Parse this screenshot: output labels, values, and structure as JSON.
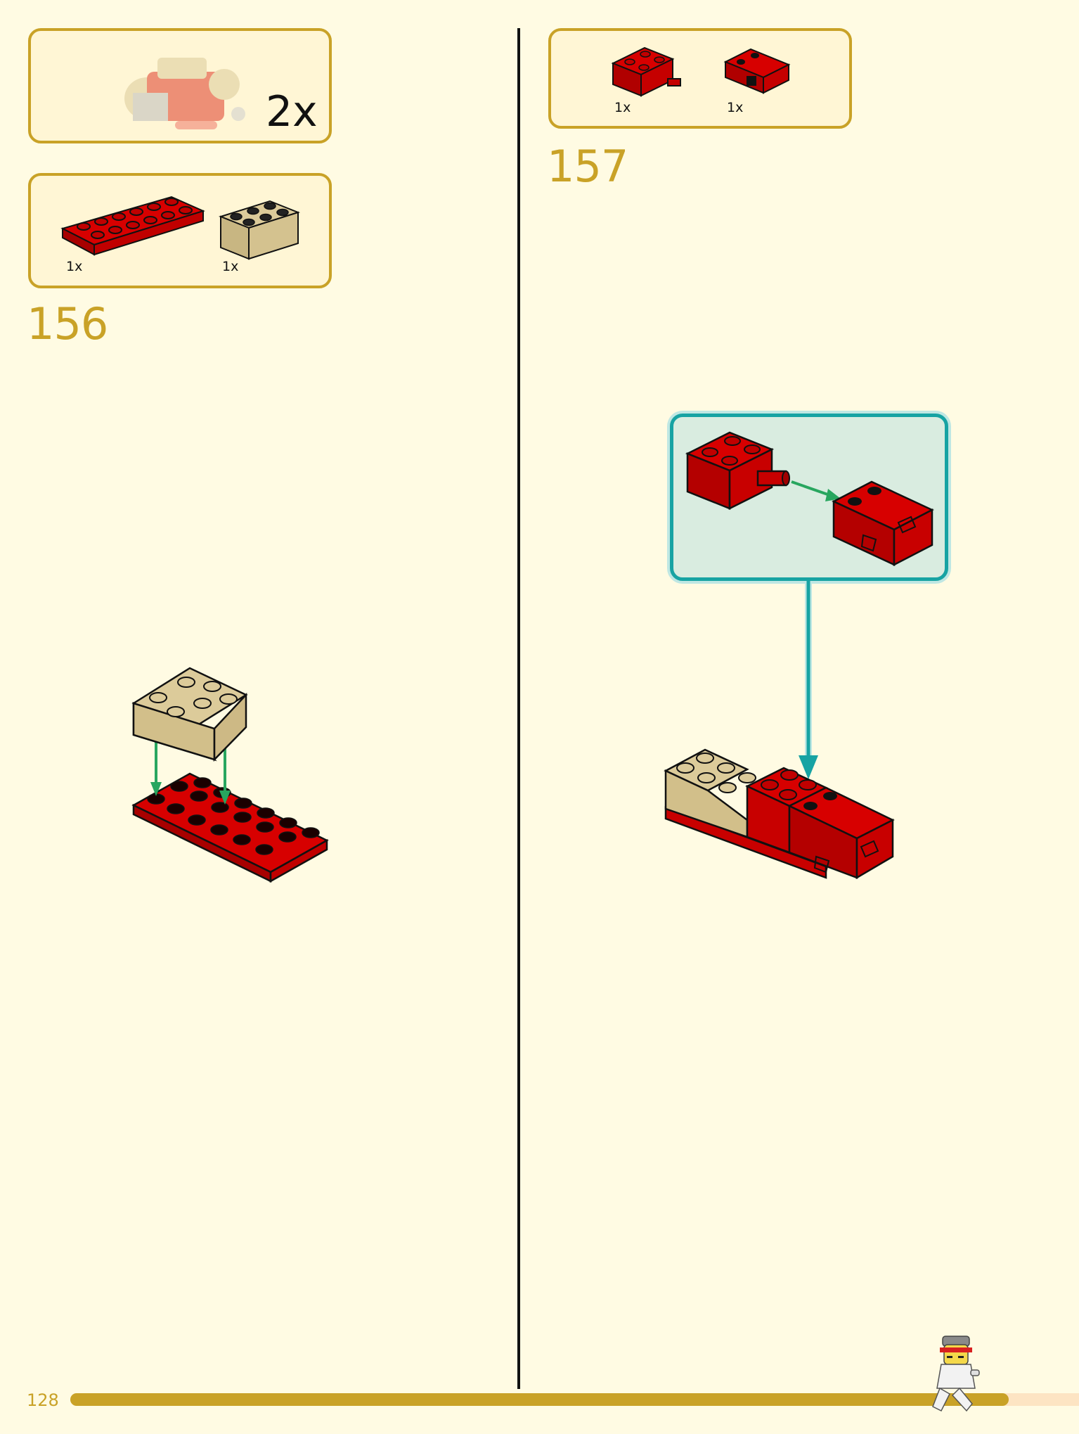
{
  "page": {
    "number": "128",
    "progress_fraction": 0.93
  },
  "submodel_callout": {
    "multiplier": "2x"
  },
  "step_156": {
    "number": "156",
    "parts": [
      {
        "name": "red plate 2x6",
        "qty": "1x",
        "color": "#d70000"
      },
      {
        "name": "tan brick 2x3",
        "qty": "1x",
        "color": "#dccb9a"
      }
    ]
  },
  "step_157": {
    "number": "157",
    "parts": [
      {
        "name": "red brick 2x2 with pin",
        "qty": "1x",
        "color": "#d70000"
      },
      {
        "name": "red technic bush hinge",
        "qty": "1x",
        "color": "#d70000"
      }
    ]
  },
  "colors": {
    "gold": "#c9a227",
    "page_background": "#fffbe3",
    "callout_background": "#fff6d5",
    "detail_frame": "#17a3a3",
    "detail_background": "#d9ece0",
    "assembly_arrow_green": "#28a65f",
    "brick_red": "#d70000",
    "brick_tan": "#dccb9a"
  }
}
